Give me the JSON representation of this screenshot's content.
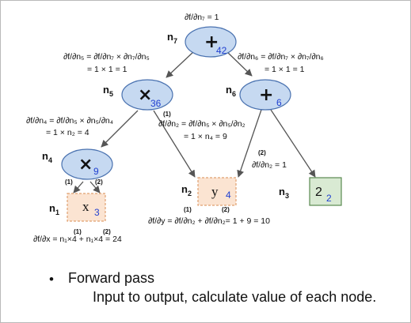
{
  "colors": {
    "op_fill": "#c6d9f1",
    "op_stroke": "#4a72b0",
    "input_fill": "#fbe4d2",
    "input_stroke": "#e0a070",
    "const_fill": "#d9ead3",
    "const_stroke": "#5a8a50",
    "value": "#1f3fd0",
    "edge": "#555555"
  },
  "nodes": {
    "n7": {
      "label": "n",
      "sub": "7",
      "op": "+",
      "value": "42"
    },
    "n5": {
      "label": "n",
      "sub": "5",
      "op": "×",
      "value": "36"
    },
    "n6": {
      "label": "n",
      "sub": "6",
      "op": "+",
      "value": "6"
    },
    "n4": {
      "label": "n",
      "sub": "4",
      "op": "×",
      "value": "9"
    },
    "n1": {
      "label": "n",
      "sub": "1",
      "symbol": "x",
      "value": "3"
    },
    "n2": {
      "label": "n",
      "sub": "2",
      "symbol": "y",
      "value": "4"
    },
    "n3": {
      "label": "n",
      "sub": "3",
      "symbol": "2",
      "value": "2"
    }
  },
  "edge_index_labels": [
    "(1)",
    "(2)"
  ],
  "annotations": {
    "top": "∂f/∂n₇ = 1",
    "n5_line1": "∂f/∂n₅ = ∂f/∂n₇ × ∂n₇/∂n₅",
    "n5_line2": "= 1 × 1 = 1",
    "n6_line1": "∂f/∂n₆ = ∂f/∂n₇ × ∂n₇/∂n₆",
    "n6_line2": "= 1 × 1 = 1",
    "n4_line1": "∂f/∂n₄ = ∂f/∂n₅ × ∂n₅/∂n₄",
    "n4_line2": "= 1 × n₂ = 4",
    "n2a_line1": "∂f/∂n₂ = ∂f/∂n₅ × ∂n₅/∂n₂",
    "n2a_line2": "= 1 × n₄ = 9",
    "n2b": "∂f/∂n₂ = 1",
    "dy": "∂f/∂y = ∂f/∂n₂ + ∂f/∂n₂= 1 + 9 = 10",
    "dx": "∂f/∂x = n₁×4 + n₁×4 = 24"
  },
  "bullet": {
    "marker": "•",
    "title": "Forward pass",
    "subtitle": "Input to output, calculate value of each node."
  }
}
